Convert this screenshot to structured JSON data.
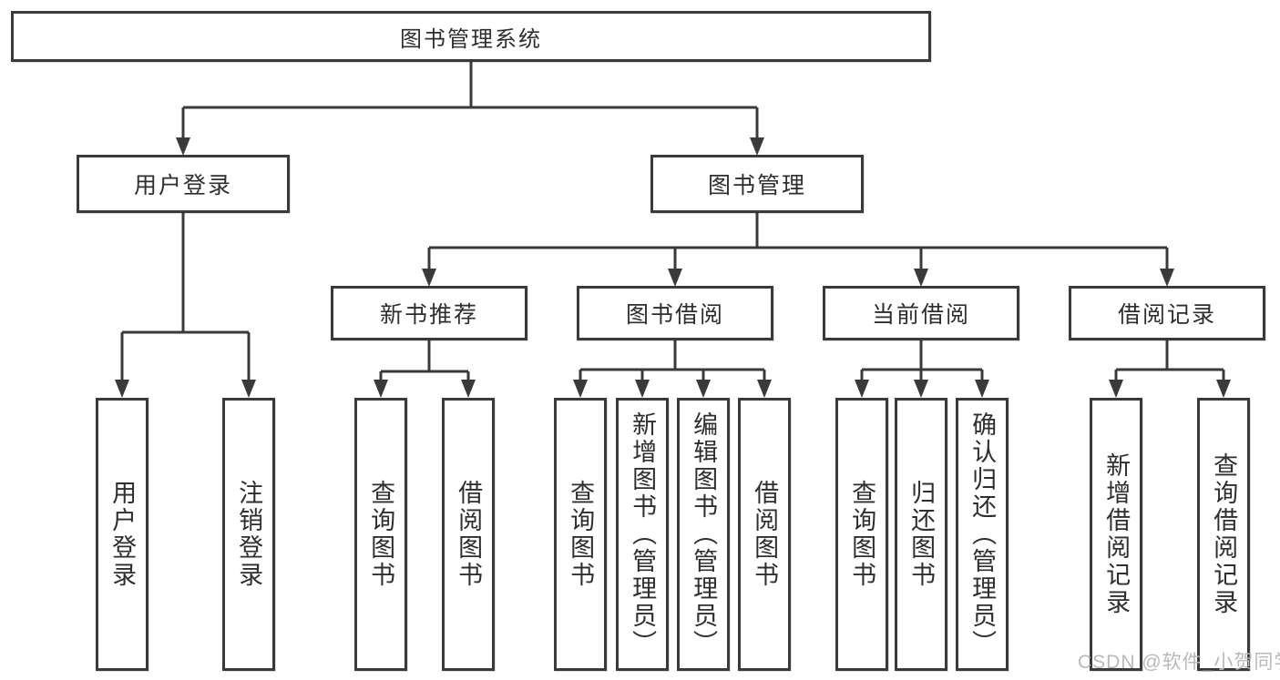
{
  "diagram_type": "hierarchy-flowchart",
  "colors": {
    "line": "#3a3a3a",
    "box_border": "#3a3a3a",
    "box_fill": "#ffffff",
    "text": "#2e2e2e",
    "watermark": "#b9b9b9",
    "background": "#ffffff"
  },
  "tree": {
    "root": {
      "label": "图书管理系统"
    },
    "branches": [
      {
        "label": "用户登录",
        "children": [
          {
            "label": "用户登录"
          },
          {
            "label": "注销登录"
          }
        ]
      },
      {
        "label": "图书管理",
        "children": [
          {
            "label": "新书推荐",
            "children": [
              {
                "label": "查询图书"
              },
              {
                "label": "借阅图书"
              }
            ]
          },
          {
            "label": "图书借阅",
            "children": [
              {
                "label": "查询图书"
              },
              {
                "label": "新增图书（管理员）"
              },
              {
                "label": "编辑图书（管理员）"
              },
              {
                "label": "借阅图书"
              }
            ]
          },
          {
            "label": "当前借阅",
            "children": [
              {
                "label": "查询图书"
              },
              {
                "label": "归还图书"
              },
              {
                "label": "确认归还（管理员）"
              }
            ]
          },
          {
            "label": "借阅记录",
            "children": [
              {
                "label": "新增借阅记录"
              },
              {
                "label": "查询借阅记录"
              }
            ]
          }
        ]
      }
    ]
  },
  "watermark": {
    "text": "CSDN @软件_小贺同学"
  }
}
